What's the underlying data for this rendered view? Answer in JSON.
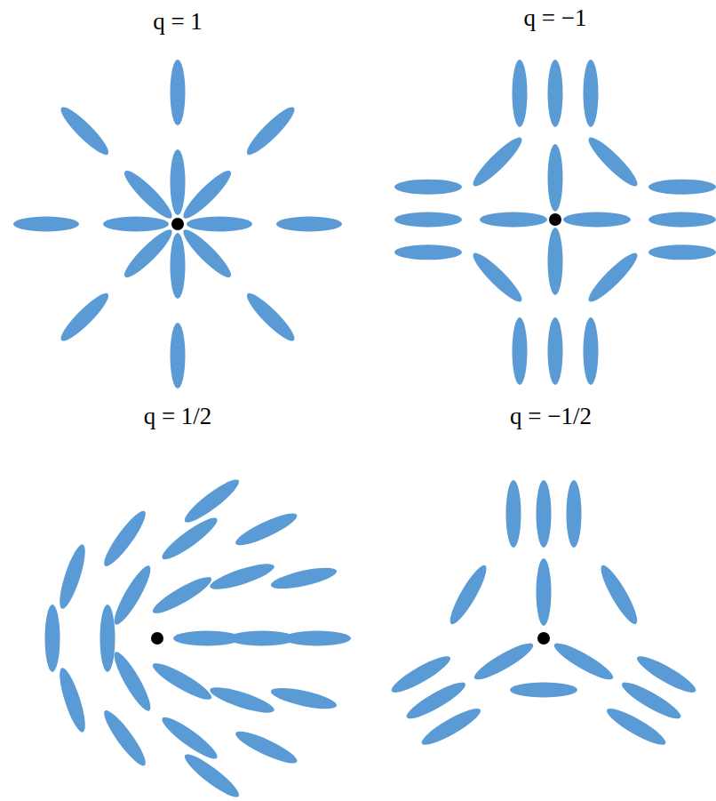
{
  "diagram": {
    "labels": [
      "q = 1",
      "q = −1",
      "q = 1/2",
      "q = −1/2"
    ]
  }
}
